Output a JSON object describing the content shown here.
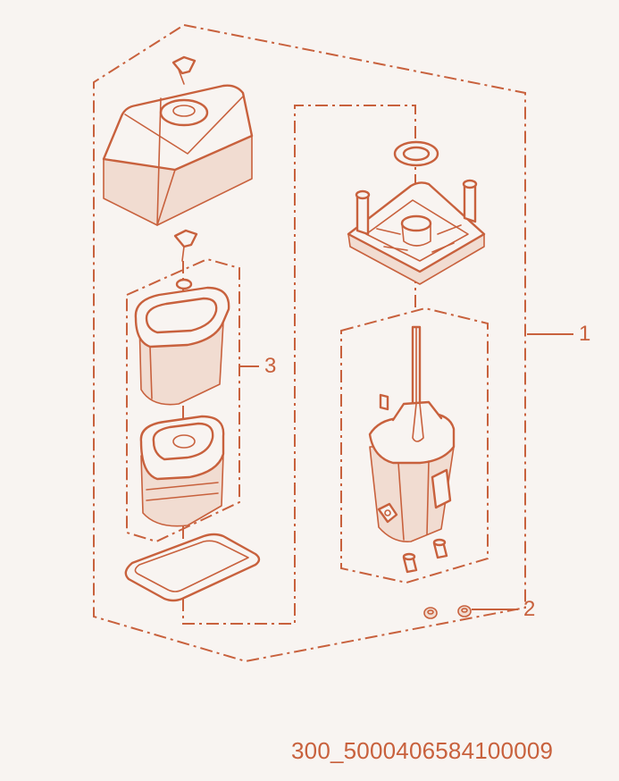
{
  "diagram": {
    "callouts": [
      {
        "number": "1"
      },
      {
        "number": "2"
      },
      {
        "number": "3"
      }
    ],
    "drawing_id": "300_5000406584100009",
    "colors": {
      "line": "#c8613d",
      "background": "#f8f4f1",
      "fill": "#f1dcd1"
    }
  }
}
